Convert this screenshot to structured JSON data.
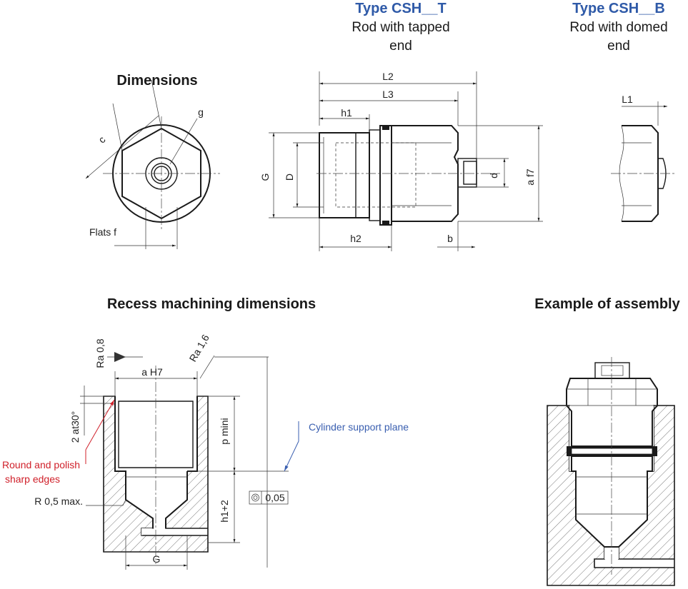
{
  "header": {
    "type_t": "Type CSH__T",
    "type_t_desc_1": "Rod with tapped",
    "type_t_desc_2": "end",
    "type_b": "Type CSH__B",
    "type_b_desc_1": "Rod with domed",
    "type_b_desc_2": "end"
  },
  "sections": {
    "dimensions": "Dimensions",
    "recess": "Recess machining dimensions",
    "assembly": "Example of assembly"
  },
  "dimension_labels": {
    "c": "c",
    "g": "g",
    "flats": "Flats f",
    "L2": "L2",
    "L3": "L3",
    "h1": "h1",
    "h2": "h2",
    "G": "G",
    "D": "D",
    "d": "d",
    "a_f7": "a  f7",
    "b": "b",
    "L1": "L1"
  },
  "recess_labels": {
    "ra08": "Ra 0,8",
    "ra16": "Ra 1,6",
    "aH7": "a H7",
    "chamfer": "2 at30°",
    "p_mini": "p  mini",
    "h1p2": "h1+2",
    "G": "G",
    "cylinder_plane": "Cylinder support plane",
    "round_polish_1": "Round and polish",
    "round_polish_2": "sharp edges",
    "radius": "R 0,5 max.",
    "tolerance": "0,05"
  },
  "colors": {
    "blue": "#2f5aa8",
    "red": "#d0202a",
    "annotation_blue": "#3a5fb0"
  }
}
